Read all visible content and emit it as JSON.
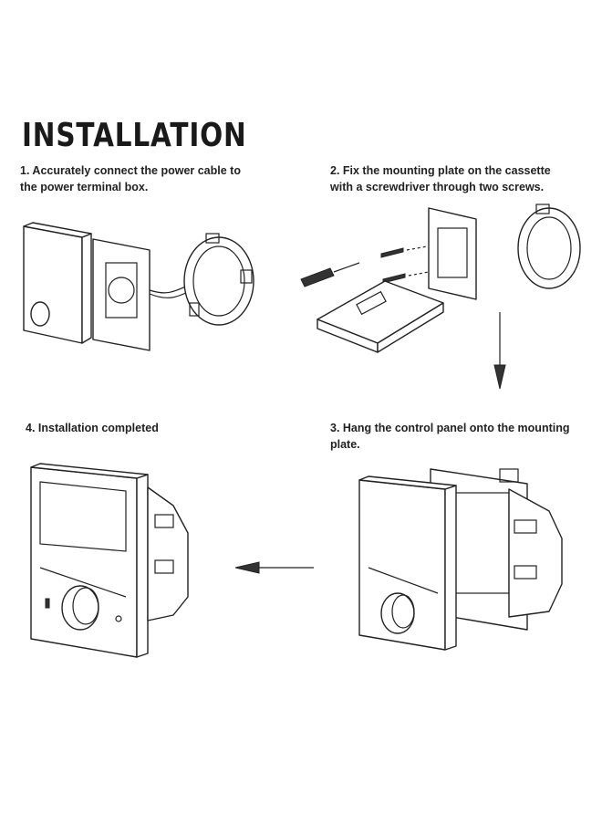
{
  "title": "INSTALLATION",
  "steps": {
    "s1": "1. Accurately connect the power cable to the power terminal box.",
    "s2": "2. Fix the mounting plate on the cassette with a screwdriver through two screws.",
    "s3": "3. Hang the control panel onto the mounting plate.",
    "s4": "4. Installation completed"
  },
  "figures": [
    "panel-cable-box",
    "screwdriver-plate-box",
    "panel-onto-plate",
    "installed-panel"
  ],
  "colors": {
    "line": "#222222",
    "background": "#ffffff"
  }
}
